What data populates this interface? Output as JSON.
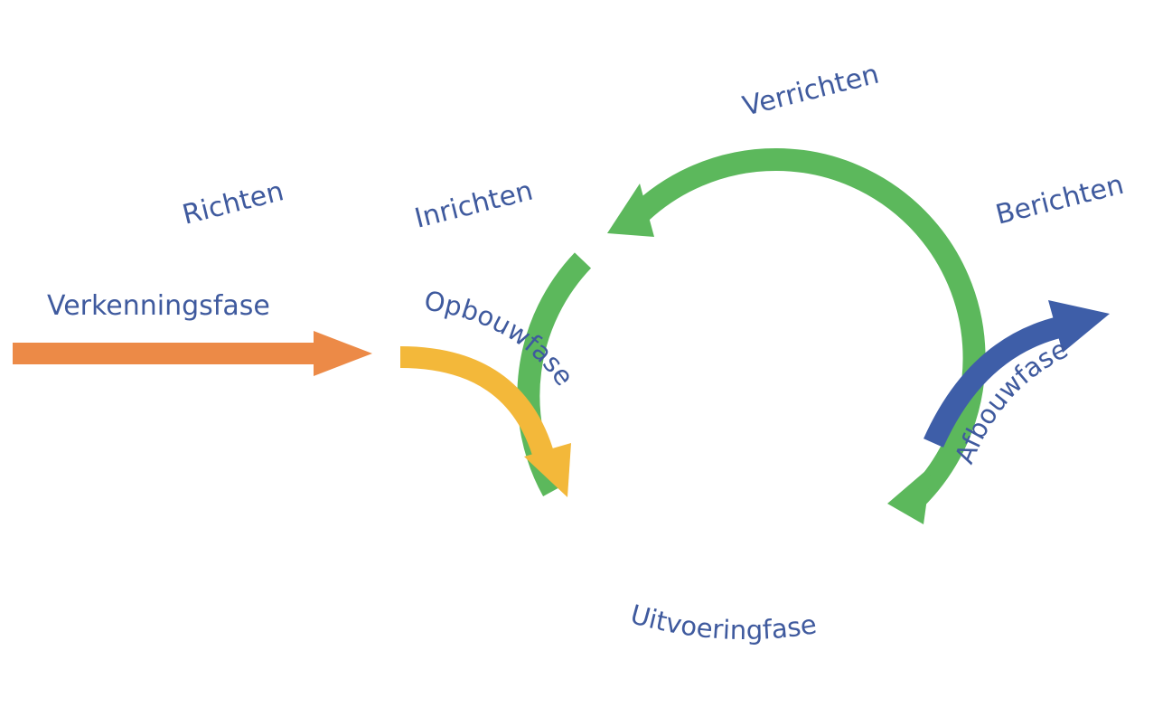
{
  "labels": {
    "richten": "Richten",
    "inrichten": "Inrichten",
    "verrichten": "Verrichten",
    "berichten": "Berichten",
    "verkenningsfase": "Verkenningsfase",
    "opbouwfase": "Opbouwfase",
    "uitvoeringfase": "Uitvoeringfase",
    "afbouwfase": "Afbouwfase"
  },
  "colors": {
    "orange": "#ec8a47",
    "yellow": "#f3b83a",
    "green": "#5cb85c",
    "blue": "#3e5ea8",
    "text": "#3f5a9e"
  }
}
